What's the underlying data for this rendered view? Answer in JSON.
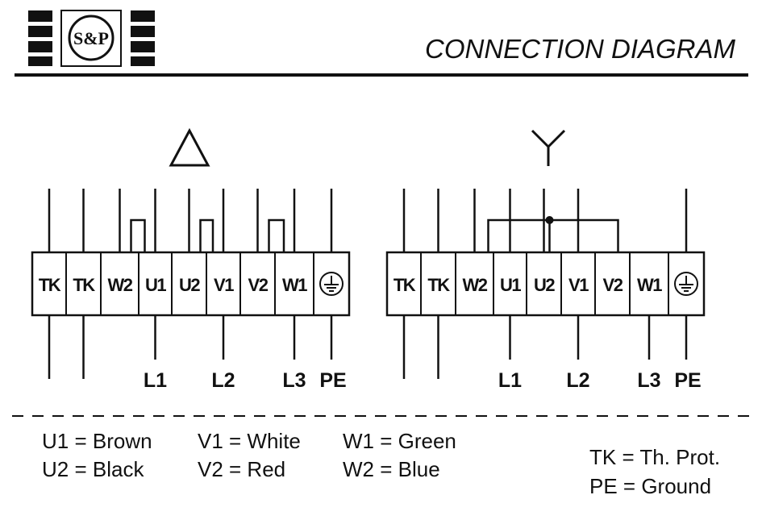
{
  "header": {
    "brand_logo": "S&P",
    "title": "CONNECTION DIAGRAM"
  },
  "delta": {
    "symbol": "△",
    "terminals": [
      "TK",
      "TK",
      "W2",
      "U1",
      "U2",
      "V1",
      "V2",
      "W1"
    ],
    "lines": [
      "L1",
      "L2",
      "L3",
      "PE"
    ]
  },
  "star": {
    "symbol": "Y",
    "terminals": [
      "TK",
      "TK",
      "W2",
      "U1",
      "U2",
      "V1",
      "V2",
      "W1"
    ],
    "lines": [
      "L1",
      "L2",
      "L3",
      "PE"
    ]
  },
  "legend": {
    "col1": [
      "U1  = Brown",
      "U2  = Black"
    ],
    "col2": [
      "V1  = White",
      "V2  = Red"
    ],
    "col3": [
      "W1  = Green",
      "W2  = Blue"
    ],
    "col4": [
      "TK = Th. Prot.",
      "PE = Ground"
    ]
  }
}
